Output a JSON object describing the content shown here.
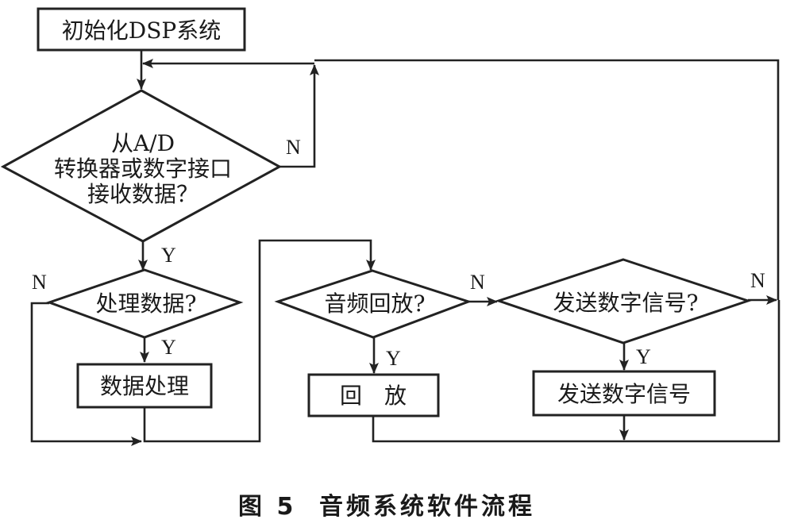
{
  "figure": {
    "caption_number": "图 5",
    "caption_title": "音频系统软件流程"
  },
  "nodes": {
    "init": "初始化DSP系统",
    "receive_line1": "从A/D",
    "receive_line2": "转换器或数字接口",
    "receive_line3": "接收数据？",
    "process_q": "处理数据?",
    "process": "数据处理",
    "playback_q": "音频回放?",
    "playback": "回　放",
    "send_q": "发送数字信号?",
    "send": "发送数字信号"
  },
  "edge_labels": {
    "yes": "Y",
    "no": "N"
  }
}
